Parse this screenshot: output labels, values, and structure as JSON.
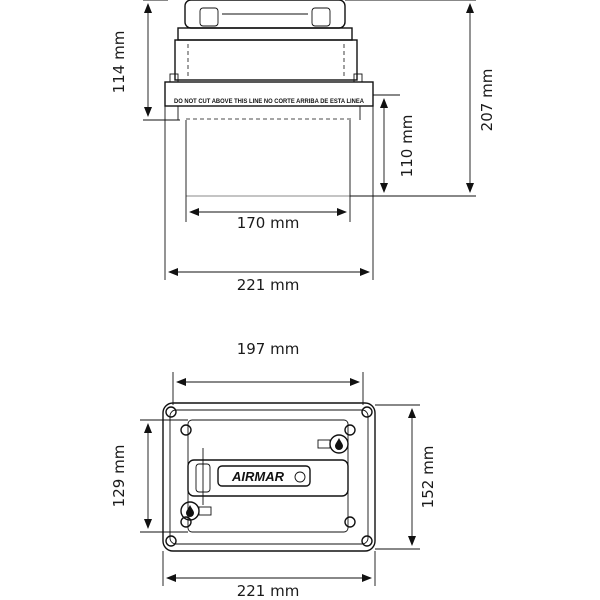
{
  "side_view": {
    "cut_line_text": "DO NOT CUT ABOVE THIS LINE    NO CORTE ARRIBA DE ESTA LINEA",
    "dim_height_top": "114 mm",
    "dim_height_lower": "110 mm",
    "dim_height_total": "207 mm",
    "dim_width_inner": "170 mm",
    "dim_width_outer": "221 mm"
  },
  "top_view": {
    "dim_width_top": "197 mm",
    "dim_height_left": "129 mm",
    "dim_height_right": "152 mm",
    "dim_width_bottom": "221 mm",
    "logo_text": "AIRMAR"
  }
}
